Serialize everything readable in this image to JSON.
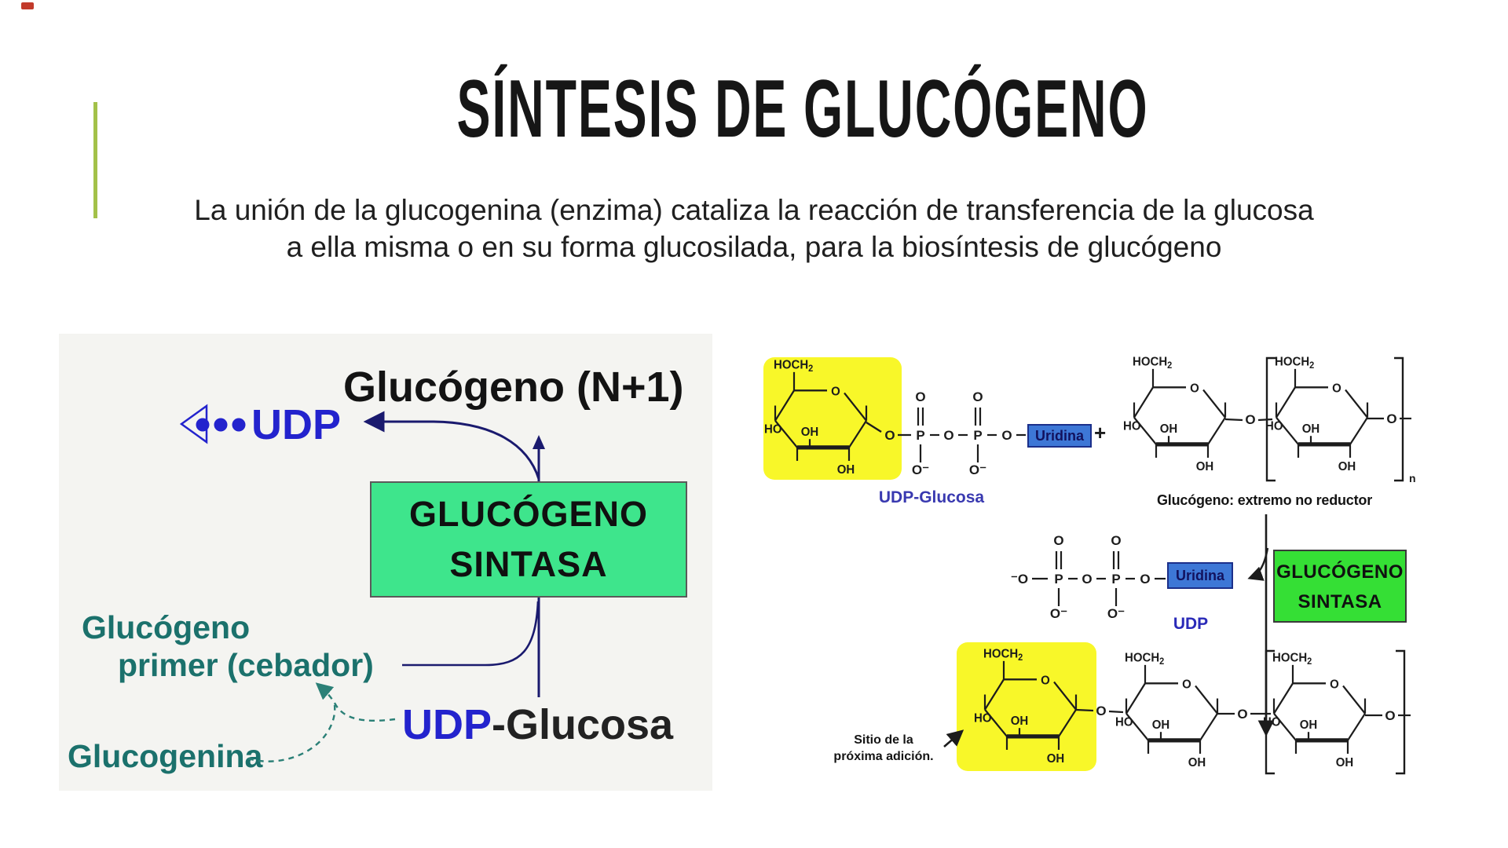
{
  "theme": {
    "accent": "#a3c149",
    "navy": "#1a1a6e",
    "blue": "#2323cd",
    "teal": "#1b716c",
    "teal-dash": "#2b8077",
    "enzyme-left-bg": "#3ee58c",
    "enzyme-right-bg": "#35df35",
    "highlight-yellow": "#f8f729",
    "uridina-bg": "#3d77d6",
    "uridina-ink": "#12125e",
    "label-navy": "#3939b0",
    "panel": "#f4f4f1"
  },
  "slide": {
    "title": "SÍNTESIS DE GLUCÓGENO",
    "body_line1": "La unión de la glucogenina (enzima) cataliza la reacción de transferencia de la glucosa",
    "body_line2": "a ella misma o en su forma glucosilada, para la biosíntesis de glucógeno"
  },
  "left_diagram": {
    "product": "Glucógeno (N+1)",
    "udp": "UDP",
    "enzyme_line1": "GLUCÓGENO",
    "enzyme_line2": "SINTASA",
    "primer_line1": "Glucógeno",
    "primer_line2": "primer (cebador)",
    "glucogenina": "Glucogenina",
    "substrate_udp": "UDP",
    "substrate_rest": "-Glucosa"
  },
  "right_diagram": {
    "udp_glucosa_label": "UDP-Glucosa",
    "glycogen_label": "Glucógeno: extremo no reductor",
    "uridina": "Uridina",
    "udp_label": "UDP",
    "plus": "+",
    "n_sub": "n",
    "enzyme_line1": "GLUCÓGENO",
    "enzyme_line2": "SINTASA",
    "site_line1": "Sitio de la",
    "site_line2": "próxima adición.",
    "chem": {
      "hoch": "HOCH",
      "sub2": "2",
      "ring_o": "O",
      "oh": "OH",
      "ho": "HO",
      "p": "P",
      "o": "O",
      "o_minus": "O⁻",
      "neg_o": "⁻O"
    }
  }
}
